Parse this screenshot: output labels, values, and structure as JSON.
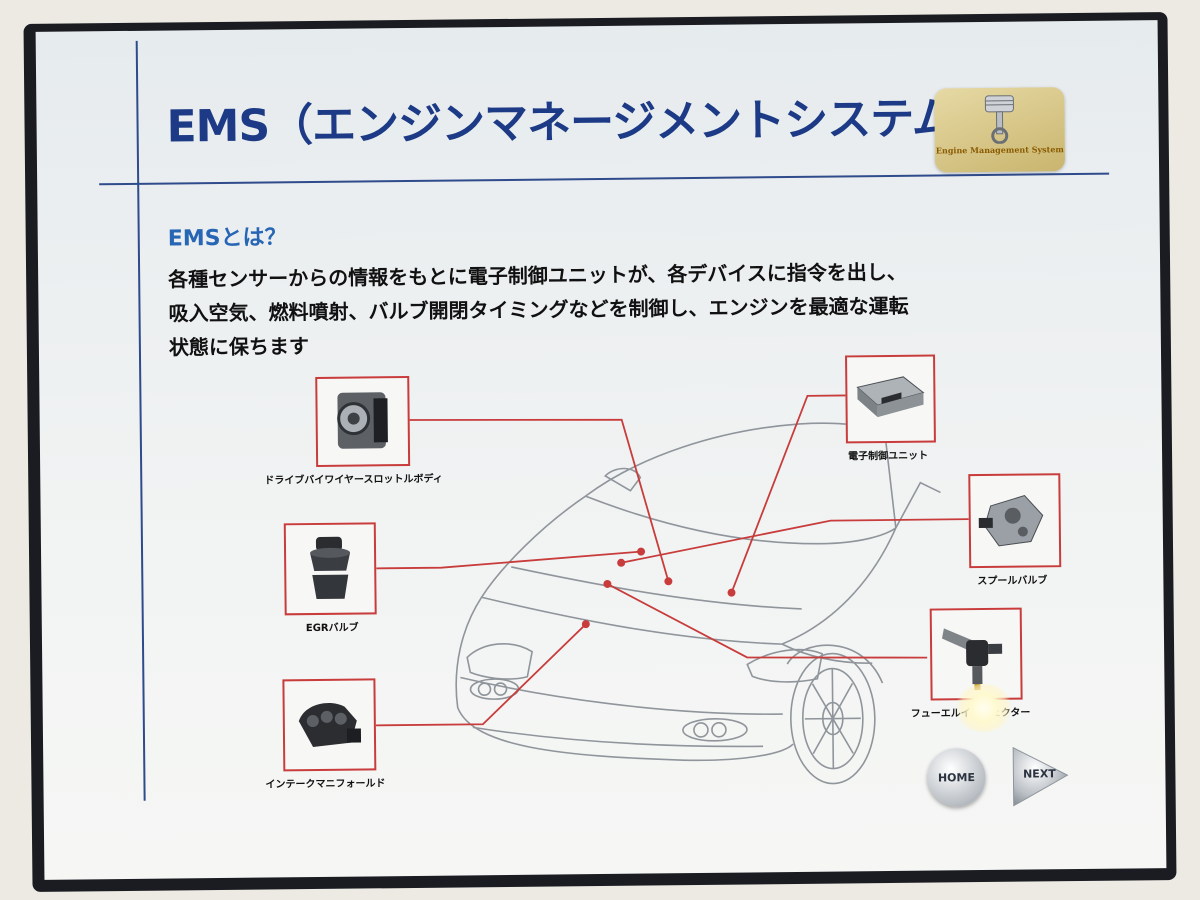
{
  "title": "EMS（エンジンマネージメントシステム）",
  "logo": {
    "text": "Engine Management System"
  },
  "subtitle": "EMSとは？",
  "description": [
    "各種センサーからの情報をもとに電子制御ユニットが、各デバイスに指令を出し、",
    "吸入空気、燃料噴射、バルブ開閉タイミングなどを制御し、エンジンを最適な運転",
    "状態に保ちます"
  ],
  "components": {
    "throttle": {
      "label": "ドライブバイワイヤースロットルボディ",
      "icon": "throttle-body-icon"
    },
    "egr": {
      "label": "EGRバルブ",
      "icon": "egr-valve-icon"
    },
    "intake": {
      "label": "インテークマニフォールド",
      "icon": "intake-manifold-icon"
    },
    "ecu": {
      "label": "電子制御ユニット",
      "icon": "ecu-icon"
    },
    "spool": {
      "label": "スプールバルブ",
      "icon": "spool-valve-icon"
    },
    "injector": {
      "label": "フューエルインジェクター",
      "icon": "fuel-injector-icon"
    }
  },
  "nav": {
    "home_label": "HOME",
    "next_label": "NEXT"
  },
  "colors": {
    "title": "#1c3a85",
    "accent": "#2766b5",
    "frame": "#c83c3c"
  }
}
